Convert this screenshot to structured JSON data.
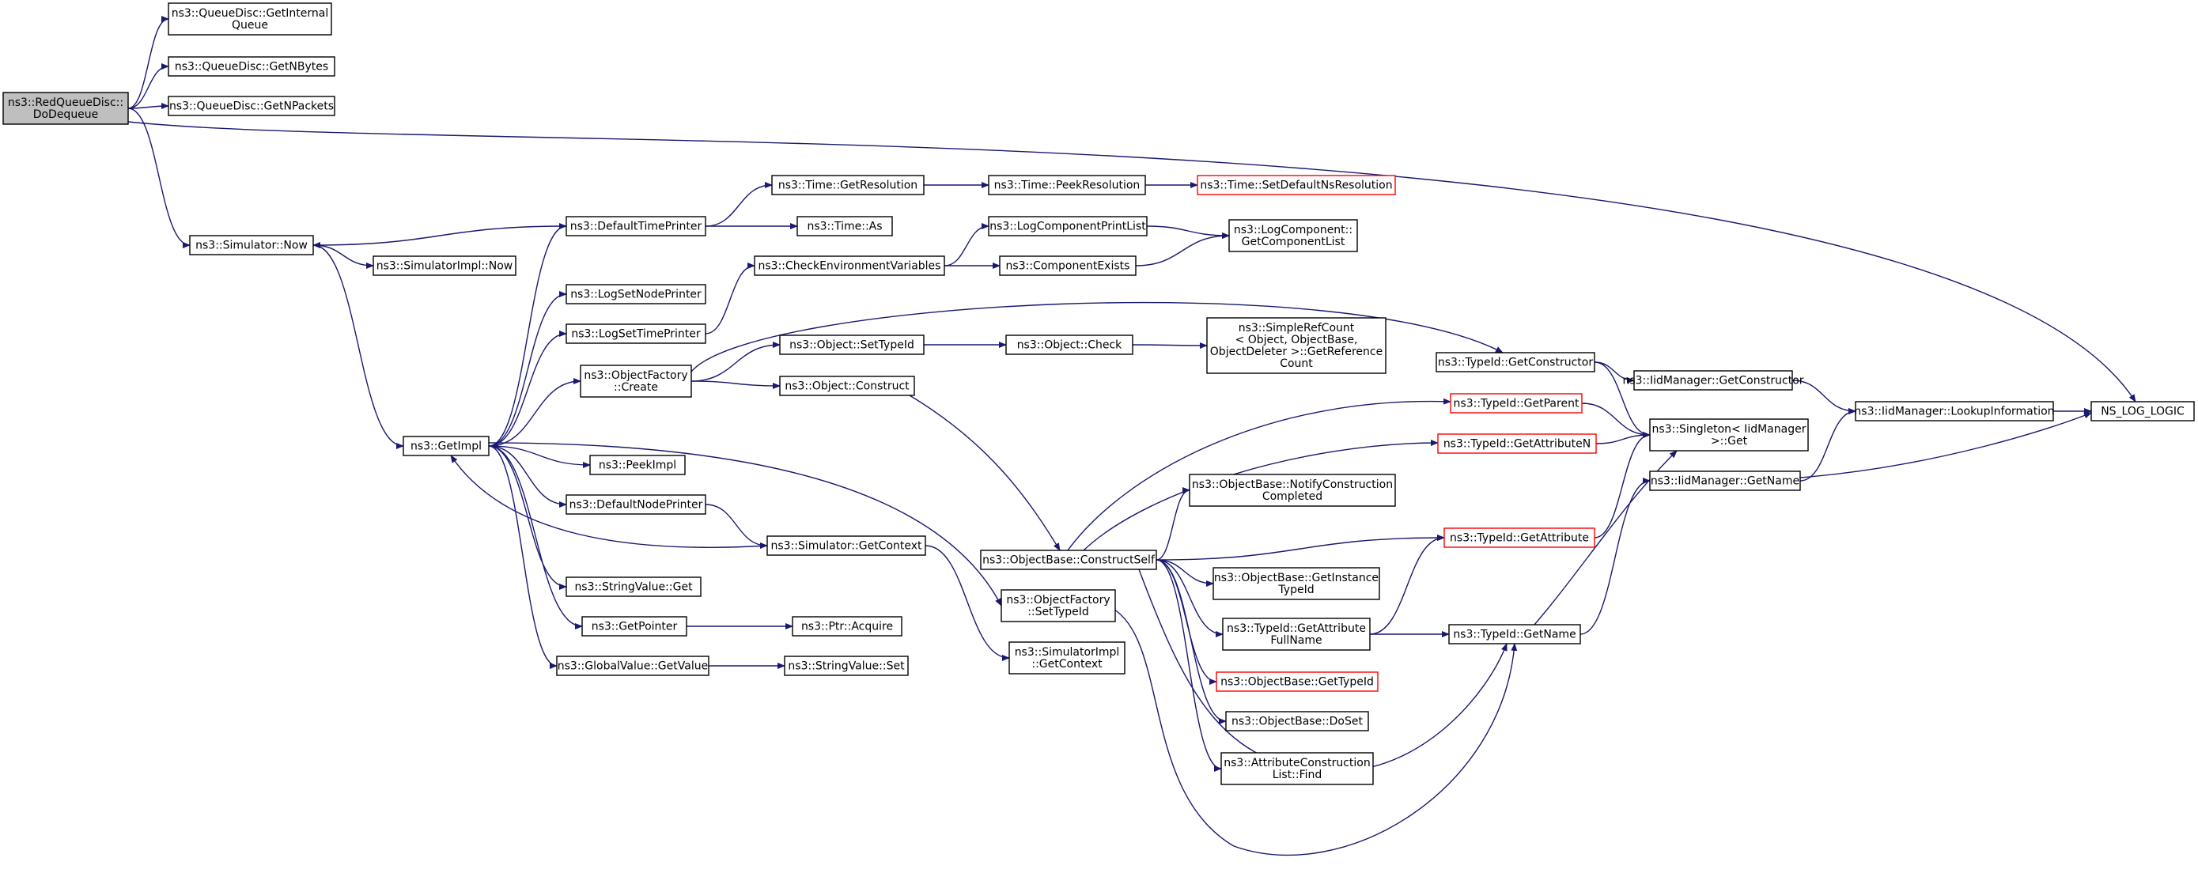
{
  "graph": {
    "edge_color": "#191970",
    "root_fill": "#bfbfbf",
    "truncated_border_color": "#ff0000",
    "nodes": [
      {
        "id": "root",
        "lines": [
          "ns3::RedQueueDisc::",
          "DoDequeue"
        ]
      },
      {
        "id": "qd_getinternal",
        "lines": [
          "ns3::QueueDisc::GetInternal",
          "Queue"
        ]
      },
      {
        "id": "qd_getnbytes",
        "lines": [
          "ns3::QueueDisc::GetNBytes"
        ]
      },
      {
        "id": "qd_getnpackets",
        "lines": [
          "ns3::QueueDisc::GetNPackets"
        ]
      },
      {
        "id": "sim_now",
        "lines": [
          "ns3::Simulator::Now"
        ]
      },
      {
        "id": "simimpl_now",
        "lines": [
          "ns3::SimulatorImpl::Now"
        ]
      },
      {
        "id": "getimpl",
        "lines": [
          "ns3::GetImpl"
        ]
      },
      {
        "id": "defaulttimeprinter",
        "lines": [
          "ns3::DefaultTimePrinter"
        ]
      },
      {
        "id": "time_getres",
        "lines": [
          "ns3::Time::GetResolution"
        ]
      },
      {
        "id": "time_peekres",
        "lines": [
          "ns3::Time::PeekResolution"
        ]
      },
      {
        "id": "time_setdefault",
        "lines": [
          "ns3::Time::SetDefaultNsResolution"
        ]
      },
      {
        "id": "time_as",
        "lines": [
          "ns3::Time::As"
        ]
      },
      {
        "id": "checkenv",
        "lines": [
          "ns3::CheckEnvironmentVariables"
        ]
      },
      {
        "id": "logcompprintlist",
        "lines": [
          "ns3::LogComponentPrintList"
        ]
      },
      {
        "id": "componentexists",
        "lines": [
          "ns3::ComponentExists"
        ]
      },
      {
        "id": "logcomp_getlist",
        "lines": [
          "ns3::LogComponent::",
          "GetComponentList"
        ]
      },
      {
        "id": "logsetnodeprinter",
        "lines": [
          "ns3::LogSetNodePrinter"
        ]
      },
      {
        "id": "logsettimeprinter",
        "lines": [
          "ns3::LogSetTimePrinter"
        ]
      },
      {
        "id": "objfactory_create",
        "lines": [
          "ns3::ObjectFactory",
          "::Create"
        ]
      },
      {
        "id": "object_settypeid",
        "lines": [
          "ns3::Object::SetTypeId"
        ]
      },
      {
        "id": "object_check",
        "lines": [
          "ns3::Object::Check"
        ]
      },
      {
        "id": "simplerefcount",
        "lines": [
          "ns3::SimpleRefCount",
          "< Object, ObjectBase,",
          "ObjectDeleter >::GetReference",
          "Count"
        ]
      },
      {
        "id": "object_construct",
        "lines": [
          "ns3::Object::Construct"
        ]
      },
      {
        "id": "typeid_getconstructor",
        "lines": [
          "ns3::TypeId::GetConstructor"
        ]
      },
      {
        "id": "iidmgr_getconstructor",
        "lines": [
          "ns3::IidManager::GetConstructor"
        ]
      },
      {
        "id": "iidmgr_lookup",
        "lines": [
          "ns3::IidManager::LookupInformation"
        ]
      },
      {
        "id": "ns_log_logic",
        "lines": [
          "NS_LOG_LOGIC"
        ]
      },
      {
        "id": "typeid_getparent",
        "lines": [
          "ns3::TypeId::GetParent"
        ]
      },
      {
        "id": "typeid_getattributen",
        "lines": [
          "ns3::TypeId::GetAttributeN"
        ]
      },
      {
        "id": "singleton_get",
        "lines": [
          "ns3::Singleton< IidManager",
          ">::Get"
        ]
      },
      {
        "id": "iidmgr_getname",
        "lines": [
          "ns3::IidManager::GetName"
        ]
      },
      {
        "id": "peekimpl",
        "lines": [
          "ns3::PeekImpl"
        ]
      },
      {
        "id": "defaultnodeprinter",
        "lines": [
          "ns3::DefaultNodePrinter"
        ]
      },
      {
        "id": "sim_getcontext",
        "lines": [
          "ns3::Simulator::GetContext"
        ]
      },
      {
        "id": "objbase_notify",
        "lines": [
          "ns3::ObjectBase::NotifyConstruction",
          "Completed"
        ]
      },
      {
        "id": "objbase_constructself",
        "lines": [
          "ns3::ObjectBase::ConstructSelf"
        ]
      },
      {
        "id": "typeid_getattribute",
        "lines": [
          "ns3::TypeId::GetAttribute"
        ]
      },
      {
        "id": "stringvalue_get",
        "lines": [
          "ns3::StringValue::Get"
        ]
      },
      {
        "id": "objfactory_settypeid",
        "lines": [
          "ns3::ObjectFactory",
          "::SetTypeId"
        ]
      },
      {
        "id": "objbase_getinstancetypeid",
        "lines": [
          "ns3::ObjectBase::GetInstance",
          "TypeId"
        ]
      },
      {
        "id": "getpointer",
        "lines": [
          "ns3::GetPointer"
        ]
      },
      {
        "id": "ptr_acquire",
        "lines": [
          "ns3::Ptr::Acquire"
        ]
      },
      {
        "id": "typeid_getattrfullname",
        "lines": [
          "ns3::TypeId::GetAttribute",
          "FullName"
        ]
      },
      {
        "id": "typeid_getname",
        "lines": [
          "ns3::TypeId::GetName"
        ]
      },
      {
        "id": "globalvalue_getvalue",
        "lines": [
          "ns3::GlobalValue::GetValue"
        ]
      },
      {
        "id": "stringvalue_set",
        "lines": [
          "ns3::StringValue::Set"
        ]
      },
      {
        "id": "simimpl_getcontext",
        "lines": [
          "ns3::SimulatorImpl",
          "::GetContext"
        ]
      },
      {
        "id": "objbase_gettypeid",
        "lines": [
          "ns3::ObjectBase::GetTypeId"
        ]
      },
      {
        "id": "objbase_doset",
        "lines": [
          "ns3::ObjectBase::DoSet"
        ]
      },
      {
        "id": "attrconstructionlist_find",
        "lines": [
          "ns3::AttributeConstruction",
          "List::Find"
        ]
      }
    ]
  }
}
